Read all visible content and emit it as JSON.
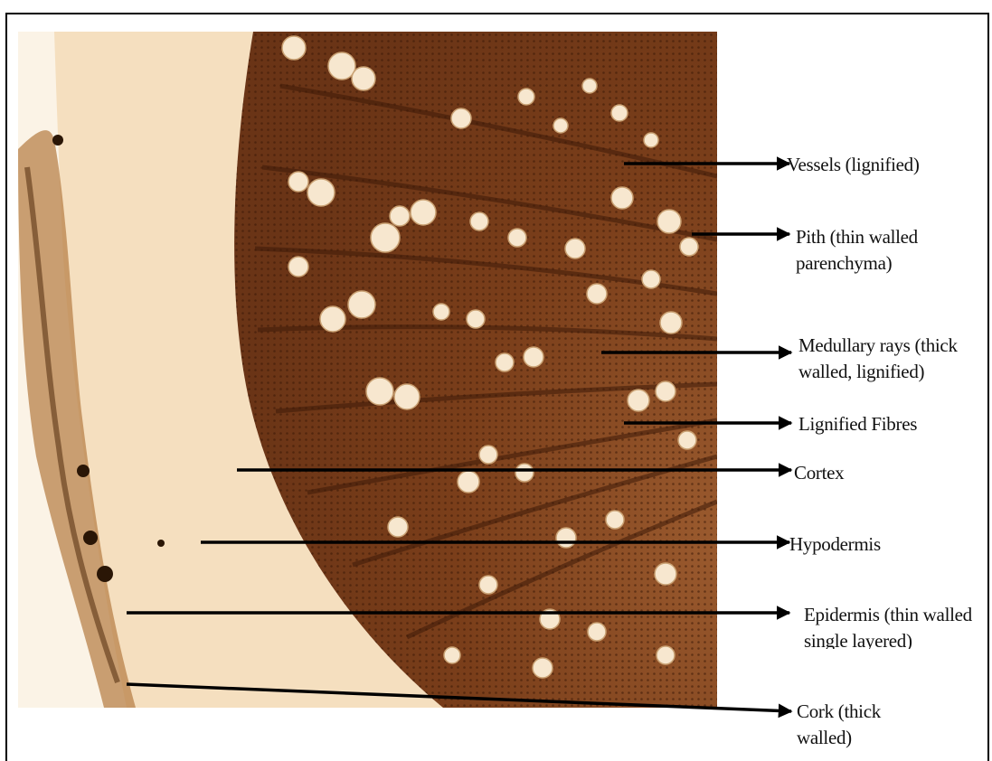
{
  "diagram": {
    "labels": [
      {
        "id": "vessels",
        "lines": [
          "Vessels (lignified)"
        ]
      },
      {
        "id": "pith",
        "lines": [
          "Pith (thin walled",
          "parenchyma)"
        ]
      },
      {
        "id": "medullary",
        "lines": [
          "Medullary rays (thick",
          "walled, lignified)"
        ]
      },
      {
        "id": "fibres",
        "lines": [
          "Lignified Fibres"
        ]
      },
      {
        "id": "cortex",
        "lines": [
          "Cortex"
        ]
      },
      {
        "id": "hypodermis",
        "lines": [
          "Hypodermis"
        ]
      },
      {
        "id": "epidermis",
        "lines": [
          "Epidermis (thin walled",
          "single layered)"
        ]
      },
      {
        "id": "cork",
        "lines": [
          "Cork (thick",
          "walled)"
        ]
      }
    ]
  },
  "colors": {
    "tissue_dark": "#5a2a10",
    "tissue_mid": "#8a4a22",
    "cortex_light": "#f6e2c4",
    "background_light": "#fbf1df",
    "leader": "#000000"
  }
}
